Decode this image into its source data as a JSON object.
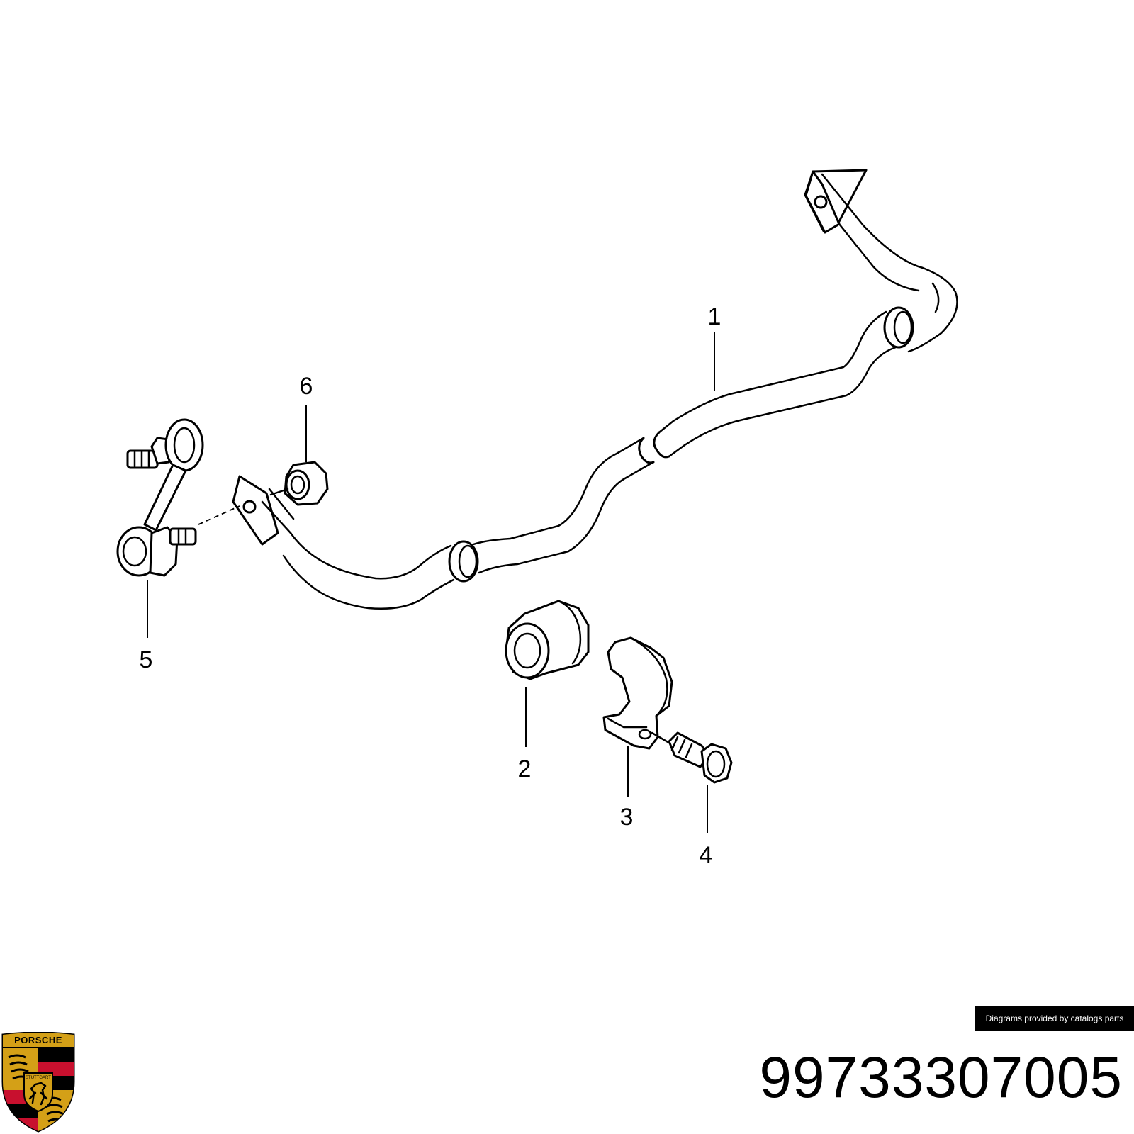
{
  "diagram": {
    "callouts": [
      {
        "id": "1",
        "label": "1"
      },
      {
        "id": "2",
        "label": "2"
      },
      {
        "id": "3",
        "label": "3"
      },
      {
        "id": "4",
        "label": "4"
      },
      {
        "id": "5",
        "label": "5"
      },
      {
        "id": "6",
        "label": "6"
      }
    ]
  },
  "footer": {
    "credit": "Diagrams provided by catalogs parts",
    "part_number": "99733307005"
  },
  "logo": {
    "wordmark": "PORSCHE",
    "city": "STUTTGART",
    "colors": {
      "red": "#c8102e",
      "black": "#000000",
      "gold": "#d4a017"
    }
  }
}
